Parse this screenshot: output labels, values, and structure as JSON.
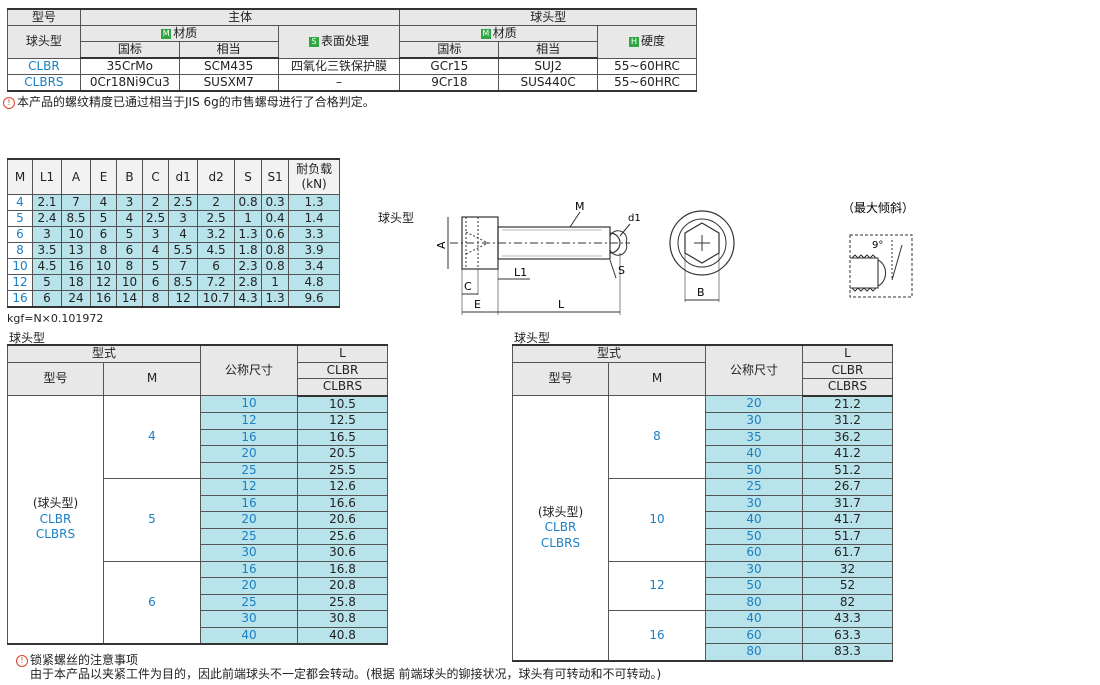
{
  "material_table": {
    "h_model": "型号",
    "h_body": "主体",
    "h_ball": "球头型",
    "h_ball_type": "球头型",
    "h_material": "材质",
    "h_surface": "表面处理",
    "h_ball_material": "材质",
    "h_hardness": "硬度",
    "h_gb": "国标",
    "h_equiv": "相当",
    "h_gb2": "国标",
    "h_equiv2": "相当",
    "tag_m": "M",
    "tag_s": "S",
    "tag_h": "H",
    "rows": [
      {
        "model": "CLBR",
        "gb": "35CrMo",
        "equiv": "SCM435",
        "surface": "四氧化三铁保护膜",
        "ball_gb": "GCr15",
        "ball_equiv": "SUJ2",
        "hardness": "55~60HRC"
      },
      {
        "model": "CLBRS",
        "gb": "0Cr18Ni9Cu3",
        "equiv": "SUSXM7",
        "surface": "–",
        "ball_gb": "9Cr18",
        "ball_equiv": "SUS440C",
        "hardness": "55~60HRC"
      }
    ]
  },
  "note_thread": "本产品的螺纹精度已通过相当于JIS 6g的市售螺母进行了合格判定。",
  "dim_table": {
    "headers": [
      "M",
      "L1",
      "A",
      "E",
      "B",
      "C",
      "d1",
      "d2",
      "S",
      "S1"
    ],
    "load_header": "耐负载",
    "load_unit": "(kN)",
    "rows": [
      [
        "4",
        "2.1",
        "7",
        "4",
        "3",
        "2",
        "2.5",
        "2",
        "0.8",
        "0.3",
        "1.3"
      ],
      [
        "5",
        "2.4",
        "8.5",
        "5",
        "4",
        "2.5",
        "3",
        "2.5",
        "1",
        "0.4",
        "1.4"
      ],
      [
        "6",
        "3",
        "10",
        "6",
        "5",
        "3",
        "4",
        "3.2",
        "1.3",
        "0.6",
        "3.3"
      ],
      [
        "8",
        "3.5",
        "13",
        "8",
        "6",
        "4",
        "5.5",
        "4.5",
        "1.8",
        "0.8",
        "3.9"
      ],
      [
        "10",
        "4.5",
        "16",
        "10",
        "8",
        "5",
        "7",
        "6",
        "2.3",
        "0.8",
        "3.4"
      ],
      [
        "12",
        "5",
        "18",
        "12",
        "10",
        "6",
        "8.5",
        "7.2",
        "2.8",
        "1",
        "4.8"
      ],
      [
        "16",
        "6",
        "24",
        "16",
        "14",
        "8",
        "12",
        "10.7",
        "4.3",
        "1.3",
        "9.6"
      ]
    ]
  },
  "kgf_note": "kgf=N×0.101972",
  "drawing": {
    "label": "球头型",
    "m": "M",
    "d1": "d1",
    "a": "A",
    "c": "C",
    "e": "E",
    "l1": "L1",
    "s": "S",
    "l": "L",
    "b": "B",
    "tilt_label": "（最大倾斜）",
    "angle": "9°"
  },
  "left_len": {
    "section": "球头型",
    "h_type": "型式",
    "h_l": "L",
    "h_model": "型号",
    "h_m": "M",
    "h_nominal": "公称尺寸",
    "h_clbr": "CLBR",
    "h_clbrs": "CLBRS",
    "type_label": "(球头型)",
    "m1": "CLBR",
    "m2": "CLBRS",
    "groups": [
      {
        "m": "4",
        "rows": [
          [
            "10",
            "10.5"
          ],
          [
            "12",
            "12.5"
          ],
          [
            "16",
            "16.5"
          ],
          [
            "20",
            "20.5"
          ],
          [
            "25",
            "25.5"
          ]
        ]
      },
      {
        "m": "5",
        "rows": [
          [
            "12",
            "12.6"
          ],
          [
            "16",
            "16.6"
          ],
          [
            "20",
            "20.6"
          ],
          [
            "25",
            "25.6"
          ],
          [
            "30",
            "30.6"
          ]
        ]
      },
      {
        "m": "6",
        "rows": [
          [
            "16",
            "16.8"
          ],
          [
            "20",
            "20.8"
          ],
          [
            "25",
            "25.8"
          ],
          [
            "30",
            "30.8"
          ],
          [
            "40",
            "40.8"
          ]
        ]
      }
    ]
  },
  "right_len": {
    "section": "球头型",
    "h_type": "型式",
    "h_l": "L",
    "h_model": "型号",
    "h_m": "M",
    "h_nominal": "公称尺寸",
    "h_clbr": "CLBR",
    "h_clbrs": "CLBRS",
    "type_label": "(球头型)",
    "m1": "CLBR",
    "m2": "CLBRS",
    "groups": [
      {
        "m": "8",
        "rows": [
          [
            "20",
            "21.2"
          ],
          [
            "30",
            "31.2"
          ],
          [
            "35",
            "36.2"
          ],
          [
            "40",
            "41.2"
          ],
          [
            "50",
            "51.2"
          ]
        ]
      },
      {
        "m": "10",
        "rows": [
          [
            "25",
            "26.7"
          ],
          [
            "30",
            "31.7"
          ],
          [
            "40",
            "41.7"
          ],
          [
            "50",
            "51.7"
          ],
          [
            "60",
            "61.7"
          ]
        ]
      },
      {
        "m": "12",
        "rows": [
          [
            "30",
            "32"
          ],
          [
            "50",
            "52"
          ],
          [
            "80",
            "82"
          ]
        ]
      },
      {
        "m": "16",
        "rows": [
          [
            "40",
            "43.3"
          ],
          [
            "60",
            "63.3"
          ],
          [
            "80",
            "83.3"
          ]
        ]
      }
    ]
  },
  "footer": {
    "title": "锁紧螺丝的注意事项",
    "text": "由于本产品以夹紧工件为目的，因此前端球头不一定都会转动。(根据 前端球头的铆接状况，球头有可转动和不可转动。)"
  }
}
